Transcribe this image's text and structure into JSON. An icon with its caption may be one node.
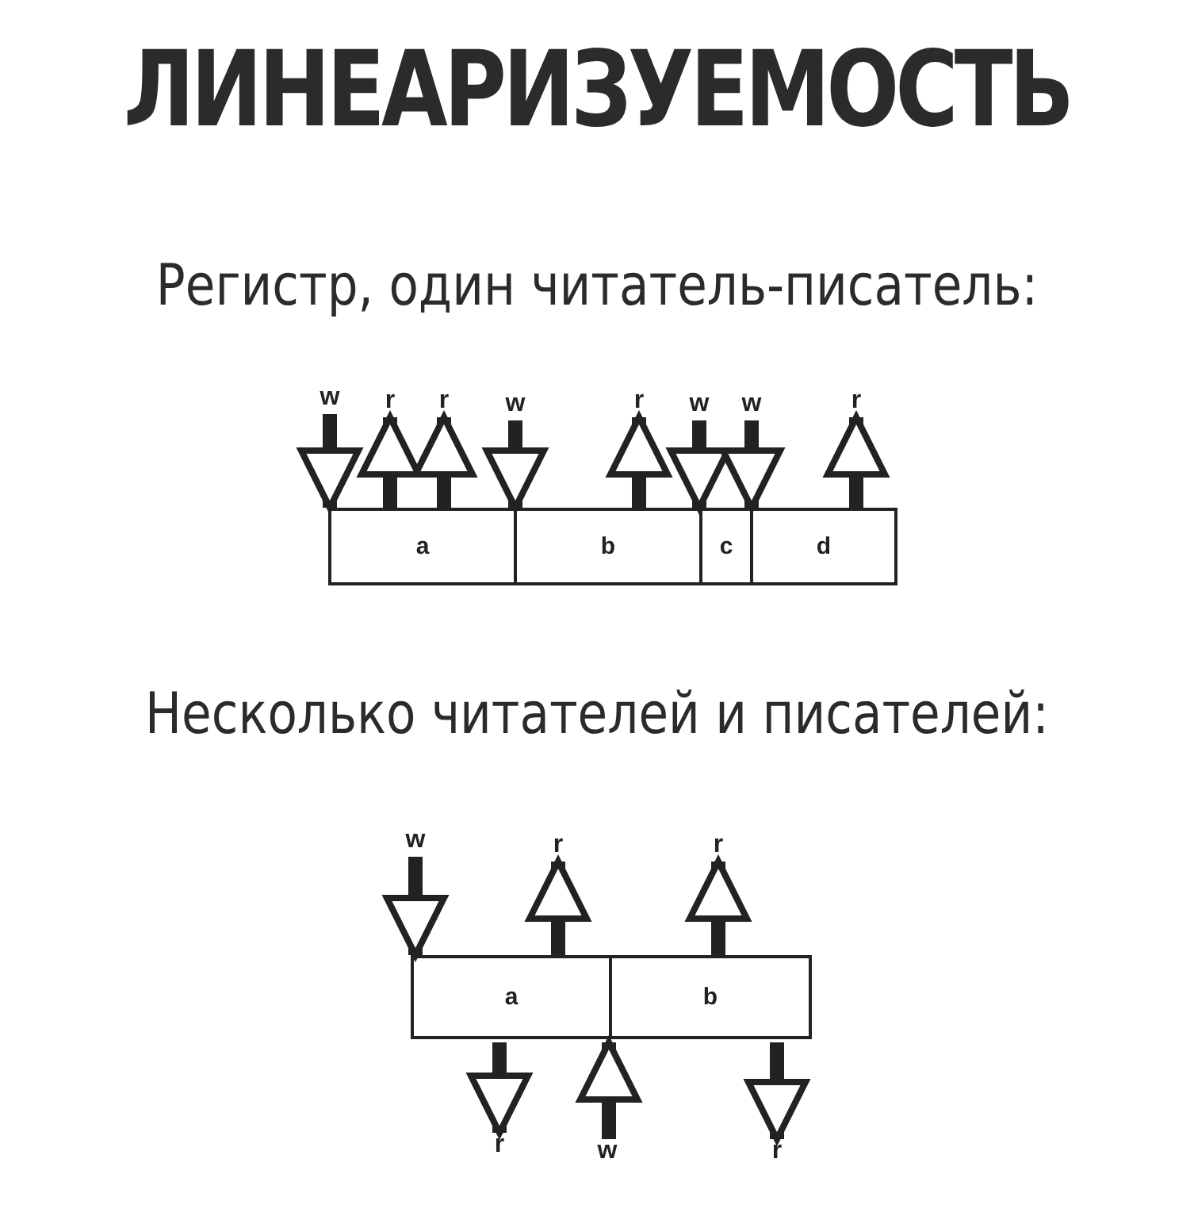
{
  "diagram": {
    "title": "ЛИНЕАРИЗУЕМОСТЬ",
    "nodes": [
      {
        "text": [
          "w"
        ]
      },
      {
        "text": [
          "r"
        ]
      },
      {
        "text": [
          "r"
        ]
      },
      {
        "text": [
          "w"
        ]
      },
      {
        "text": [
          "r"
        ]
      },
      {
        "text": [
          "w"
        ]
      },
      {
        "text": [
          "w"
        ]
      },
      {
        "text": [
          "r"
        ]
      },
      {
        "text": [
          "a"
        ]
      },
      {
        "text": [
          "b"
        ]
      },
      {
        "text": [
          "c"
        ]
      },
      {
        "text": [
          "d"
        ]
      },
      {
        "text": [
          "w"
        ]
      },
      {
        "text": [
          "r"
        ]
      },
      {
        "text": [
          "r"
        ]
      },
      {
        "text": [
          "a"
        ]
      },
      {
        "text": [
          "b"
        ]
      },
      {
        "text": [
          "r"
        ]
      },
      {
        "text": [
          "w"
        ]
      },
      {
        "text": [
          "r"
        ]
      }
    ],
    "edges": [
      {
        "from": 0,
        "to": 8,
        "arrow": "to"
      },
      {
        "from": 8,
        "to": 1,
        "arrow": "to"
      },
      {
        "from": 8,
        "to": 2,
        "arrow": "to"
      },
      {
        "from": 3,
        "to": 9,
        "arrow": "to"
      },
      {
        "from": 9,
        "to": 4,
        "arrow": "to"
      },
      {
        "from": 5,
        "to": 10,
        "arrow": "to"
      },
      {
        "from": 6,
        "to": 11,
        "arrow": "to"
      },
      {
        "from": 11,
        "to": 7,
        "arrow": "to"
      },
      {
        "from": 12,
        "to": 15,
        "arrow": "to"
      },
      {
        "from": 15,
        "to": 13,
        "arrow": "to"
      },
      {
        "from": 16,
        "to": 14,
        "arrow": "to"
      },
      {
        "from": 15,
        "to": 17,
        "arrow": "to"
      },
      {
        "from": 18,
        "to": 16,
        "arrow": "to"
      },
      {
        "from": 16,
        "to": 19,
        "arrow": "to"
      }
    ],
    "labels": [
      "Регистр, один читатель-писатель:",
      "Несколько читателей и писателей:"
    ]
  }
}
